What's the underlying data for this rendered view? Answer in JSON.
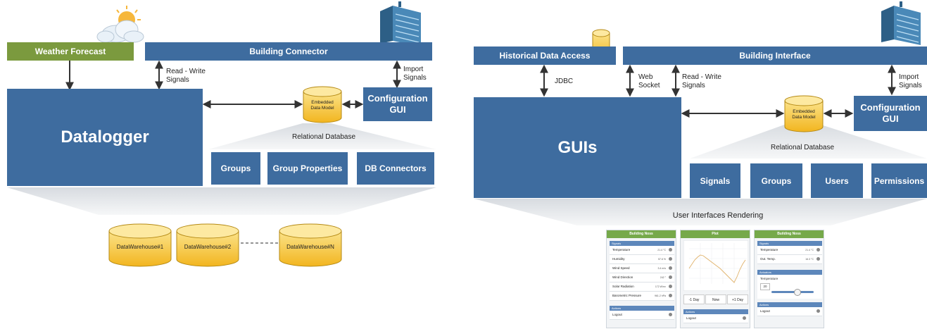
{
  "left": {
    "weather_forecast": "Weather Forecast",
    "building_connector": "Building Connector",
    "read_write_signals": [
      "Read - Write",
      "Signals"
    ],
    "import_signals": [
      "Import",
      "Signals"
    ],
    "datalogger": "Datalogger",
    "configuration_gui": [
      "Configuration",
      "GUI"
    ],
    "embedded_data_model": [
      "Embedded",
      "Data Model"
    ],
    "relational_database": "Relational Database",
    "groups": "Groups",
    "group_properties": "Group Properties",
    "db_connectors": "DB Connectors",
    "warehouses": [
      "DataWarehouse#1",
      "DataWarehouse#2",
      "DataWarehouse#N"
    ]
  },
  "right": {
    "historical_data_access": "Historical Data Access",
    "building_interface": "Building Interface",
    "jdbc": "JDBC",
    "web_socket": [
      "Web",
      "Socket"
    ],
    "read_write_signals": [
      "Read - Write",
      "Signals"
    ],
    "import_signals": [
      "Import",
      "Signals"
    ],
    "guis": "GUIs",
    "embedded_data_model": [
      "Embedded",
      "Data Model"
    ],
    "configuration_gui": [
      "Configuration",
      "GUI"
    ],
    "relational_database": "Relational Database",
    "signals": "Signals",
    "groups": "Groups",
    "users": "Users",
    "permissions": "Permissions",
    "user_interfaces_rendering": "User Interfaces Rendering"
  },
  "screens": {
    "s1_title": "Building Noss",
    "s1_section": "Signals",
    "s1_rows": [
      {
        "label": "Temperature",
        "value": "21.4 °C"
      },
      {
        "label": "Humidity",
        "value": "57.6 %"
      },
      {
        "label": "Wind Speed",
        "value": "3.4 m/s"
      },
      {
        "label": "Wind Direction",
        "value": "242 °"
      },
      {
        "label": "Solar Radiation",
        "value": "172 W/m²"
      },
      {
        "label": "Barometric Pressure",
        "value": "961.2 hPa"
      }
    ],
    "s1_actions": "Actions",
    "s1_logout": "Logout",
    "s2_title": "Plot",
    "s2_buttons": [
      "-1 Day",
      "Now",
      "+1 Day"
    ],
    "s2_actions": "Actions",
    "s2_logout": "Logout",
    "s3_title": "Building Noss",
    "s3_section": "Signals",
    "s3_rows": [
      {
        "label": "Temperature",
        "value": "21.4 °C"
      },
      {
        "label": "Out. Temp.",
        "value": "16.3 °C"
      }
    ],
    "s3_actuators": "Actuators",
    "s3_slider_label": "Temperature",
    "s3_slider_value": "20",
    "s3_actions": "Actions",
    "s3_logout": "Logout"
  },
  "colors": {
    "box_blue": "#3e6c9f",
    "weather_green": "#7b9a3e",
    "cylinder_yellow": "#f7c93c",
    "shadow_gray": "#e3e5e8",
    "phone_header_green": "#76a94a"
  }
}
